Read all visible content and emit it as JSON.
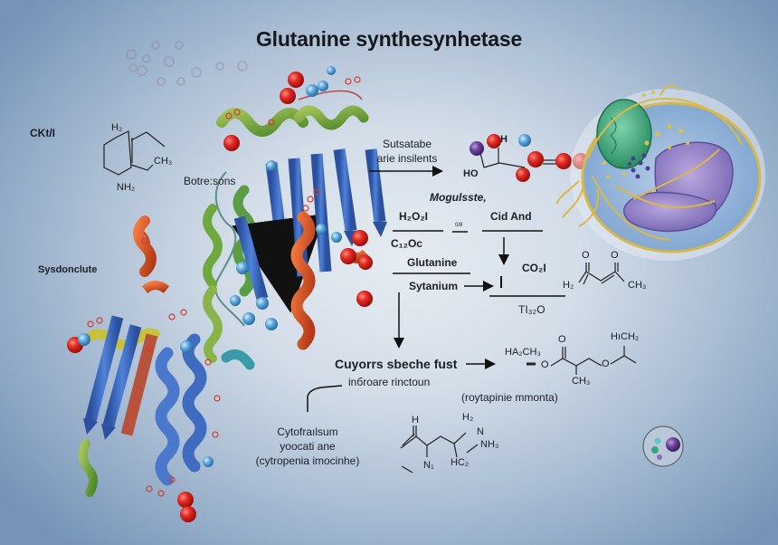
{
  "title": "Glutanine synthesynhetase",
  "labels": {
    "ckl": "CKt/I",
    "botreseons": "Botre:sons",
    "sysdonclute": "Sysdonclute",
    "substrate_line1": "Sutsatabe",
    "substrate_line2": "arie insilents",
    "mogulsste": "Mogulsste,",
    "h2o2l": "H₂O₂I",
    "c12oc": "C₁₂Oc",
    "small_fraction": "0/8",
    "cid_and": "Cid And",
    "glutanine": "Glutanine",
    "sytanium": "Sytanium",
    "co2l": "CO₂I",
    "ti32o": "TI₃₂O",
    "cuyorrs": "Cuyorrs sbeche fust",
    "inbroare": "inбroare rinctoun",
    "roytapinie": "(roytapinie mmonta)",
    "cytofralsum_1": "Cytofraılsum",
    "cytofralsum_2": "yoocati ane",
    "cytofralsum_3": "(cytropenia imocinhe)"
  },
  "molecules": {
    "ring": {
      "top": "H₂",
      "right": "CH₃",
      "bottom": "NH₂"
    },
    "hydroxy": {
      "label_h": "H",
      "label_ho": "HO"
    },
    "diketone": {
      "o1": "O",
      "o2": "O",
      "left": "H₂",
      "right": "CH₃"
    },
    "ester": {
      "o_top": "O",
      "o_left": "O",
      "o_right": "O",
      "ch3": "CH₃",
      "hch2": "HıCH₂",
      "ha2ch3": "HA₂CH₃"
    },
    "amine": {
      "h": "H",
      "h2": "H₂",
      "n2": "N",
      "nh3": "NH₃",
      "n1": "N₁",
      "hc2": "HC₂"
    }
  },
  "icons": [
    "protein-ribbon",
    "cell",
    "vesicle",
    "molecule-balls",
    "arrow"
  ],
  "colors": {
    "helix_green": "#7aa33a",
    "strand_blue": "#3c6cc4",
    "helix_orange": "#d8532a",
    "atom_red": "#d8231e",
    "atom_blue": "#5aa6dc",
    "atom_purple": "#6b3f9a",
    "cell_purple": "#9b8ac9",
    "cell_green": "#3aa57a",
    "fiber_yellow": "#d9b84a"
  }
}
